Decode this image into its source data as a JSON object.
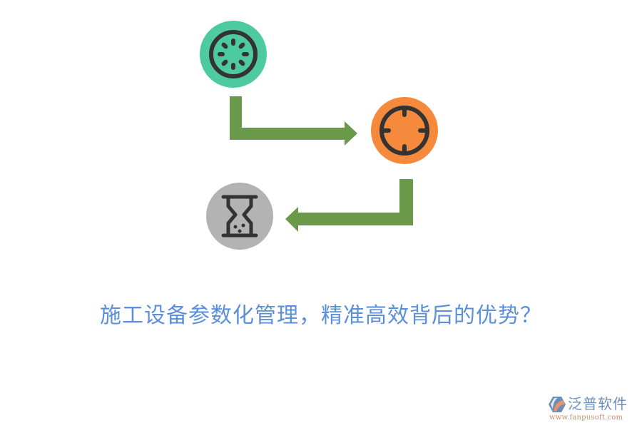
{
  "diagram": {
    "nodes": [
      {
        "id": "step-1",
        "icon": "loading-spinner-icon",
        "color": "#4ecaa0"
      },
      {
        "id": "step-2",
        "icon": "crosshair-target-icon",
        "color": "#f58a3c"
      },
      {
        "id": "step-3",
        "icon": "hourglass-icon",
        "color": "#b3b3b3"
      }
    ],
    "edges": [
      {
        "from": "step-1",
        "to": "step-2",
        "shape": "elbow-right-arrow",
        "color": "#6a994a"
      },
      {
        "from": "step-2",
        "to": "step-3",
        "shape": "elbow-left-arrow",
        "color": "#6a994a"
      }
    ],
    "icon_stroke_color": "#333333"
  },
  "title": {
    "text": "施工设备参数化管理，精准高效背后的优势？",
    "color": "#5b8fd9"
  },
  "watermark": {
    "name": "泛普软件",
    "url": "www.fanpusoft.com"
  }
}
